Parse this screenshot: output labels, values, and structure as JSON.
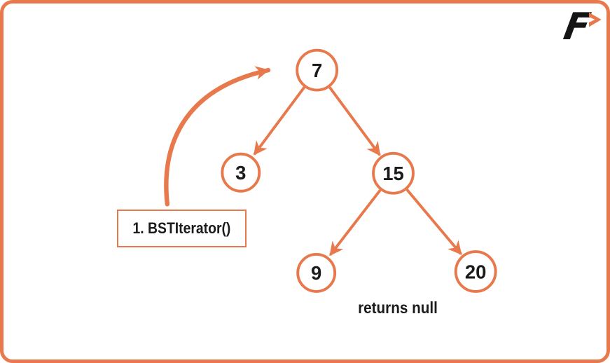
{
  "colors": {
    "accent": "#E8794C",
    "ink": "#1B1B1B",
    "background": "#FFFFFF"
  },
  "logo": {
    "letter": "F",
    "chevron_icon": "right-chevron"
  },
  "annotation": {
    "step_label": "1. BSTIterator()"
  },
  "result": {
    "text": "returns null"
  },
  "tree": {
    "nodes": [
      {
        "id": "root",
        "value": "7"
      },
      {
        "id": "left",
        "value": "3"
      },
      {
        "id": "right",
        "value": "15"
      },
      {
        "id": "right-left",
        "value": "9"
      },
      {
        "id": "right-right",
        "value": "20"
      }
    ],
    "edges": [
      {
        "from": "7",
        "to": "3"
      },
      {
        "from": "7",
        "to": "15"
      },
      {
        "from": "15",
        "to": "9"
      },
      {
        "from": "15",
        "to": "20"
      }
    ]
  }
}
